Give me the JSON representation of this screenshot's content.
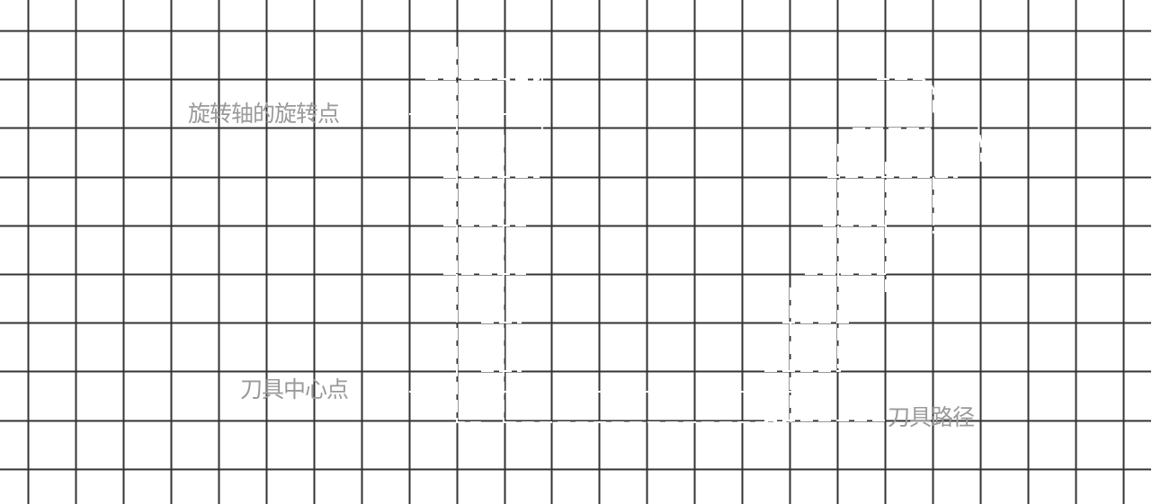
{
  "diagram": {
    "labels": {
      "rotation_pivot": "旋转轴的旋转点",
      "tool_center": "刀具中心点",
      "tool_path": "刀具路径"
    },
    "colors": {
      "background": "#ffffff",
      "grid": "#333333",
      "path": "#ffffff",
      "label": "#9a9a9a"
    },
    "grid": {
      "columns": 24,
      "rows": 10
    }
  }
}
